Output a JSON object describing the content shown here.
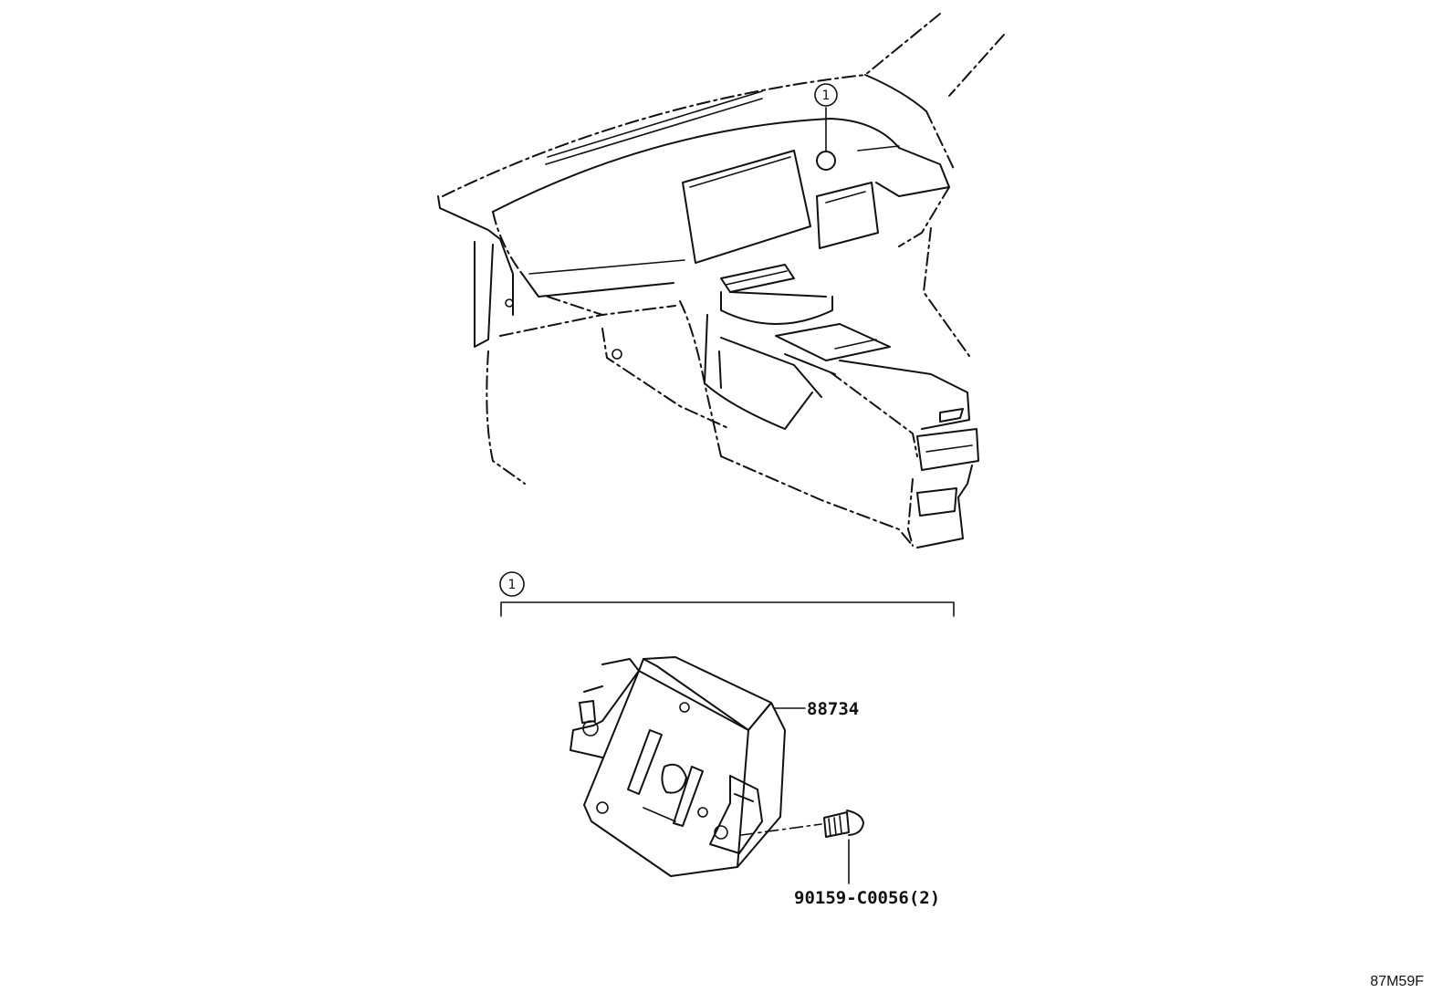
{
  "callout": {
    "number": "1"
  },
  "parts": {
    "module": {
      "number": "88734"
    },
    "screw": {
      "number": "90159-C0056(2)"
    }
  },
  "drawing_id": "87M59F"
}
